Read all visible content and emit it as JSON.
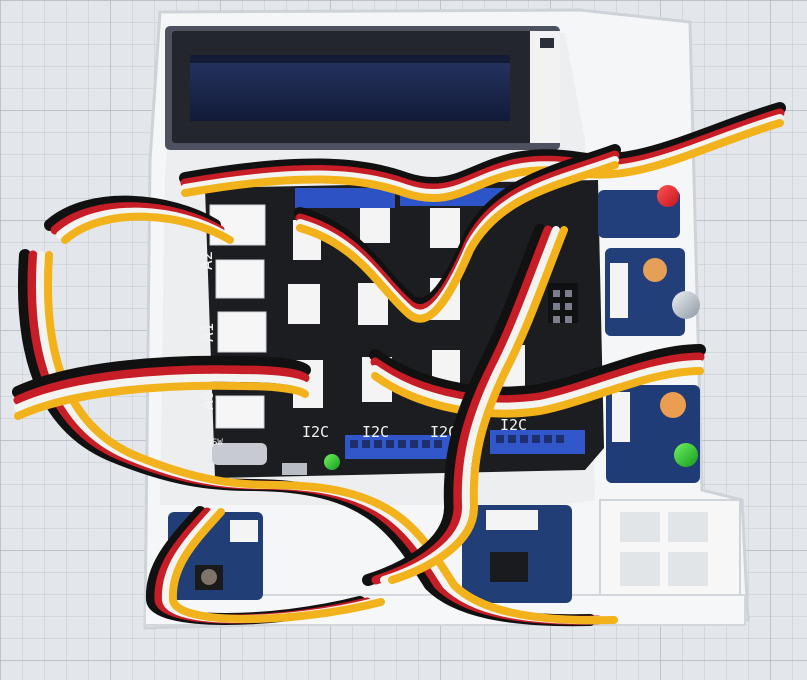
{
  "board": {
    "port_labels": [
      "A2",
      "A1",
      "A0"
    ],
    "i2c_labels": [
      "I2C",
      "I2C",
      "I2C",
      "I2C"
    ],
    "sw_label": "SW"
  },
  "colors": {
    "background_paper": "#dfe2e6",
    "grid_line": "#b9c0cc",
    "frame_white": "#f4f5f6",
    "pcb_black": "#1b1b1d",
    "header_blue": "#2f55c8",
    "module_blue": "#1f3e78",
    "lcd_screen": "#1e2a52",
    "cable_black": "#111111",
    "cable_red": "#c61d26",
    "cable_white": "#f3f3f0",
    "cable_yellow": "#f2b21b"
  }
}
